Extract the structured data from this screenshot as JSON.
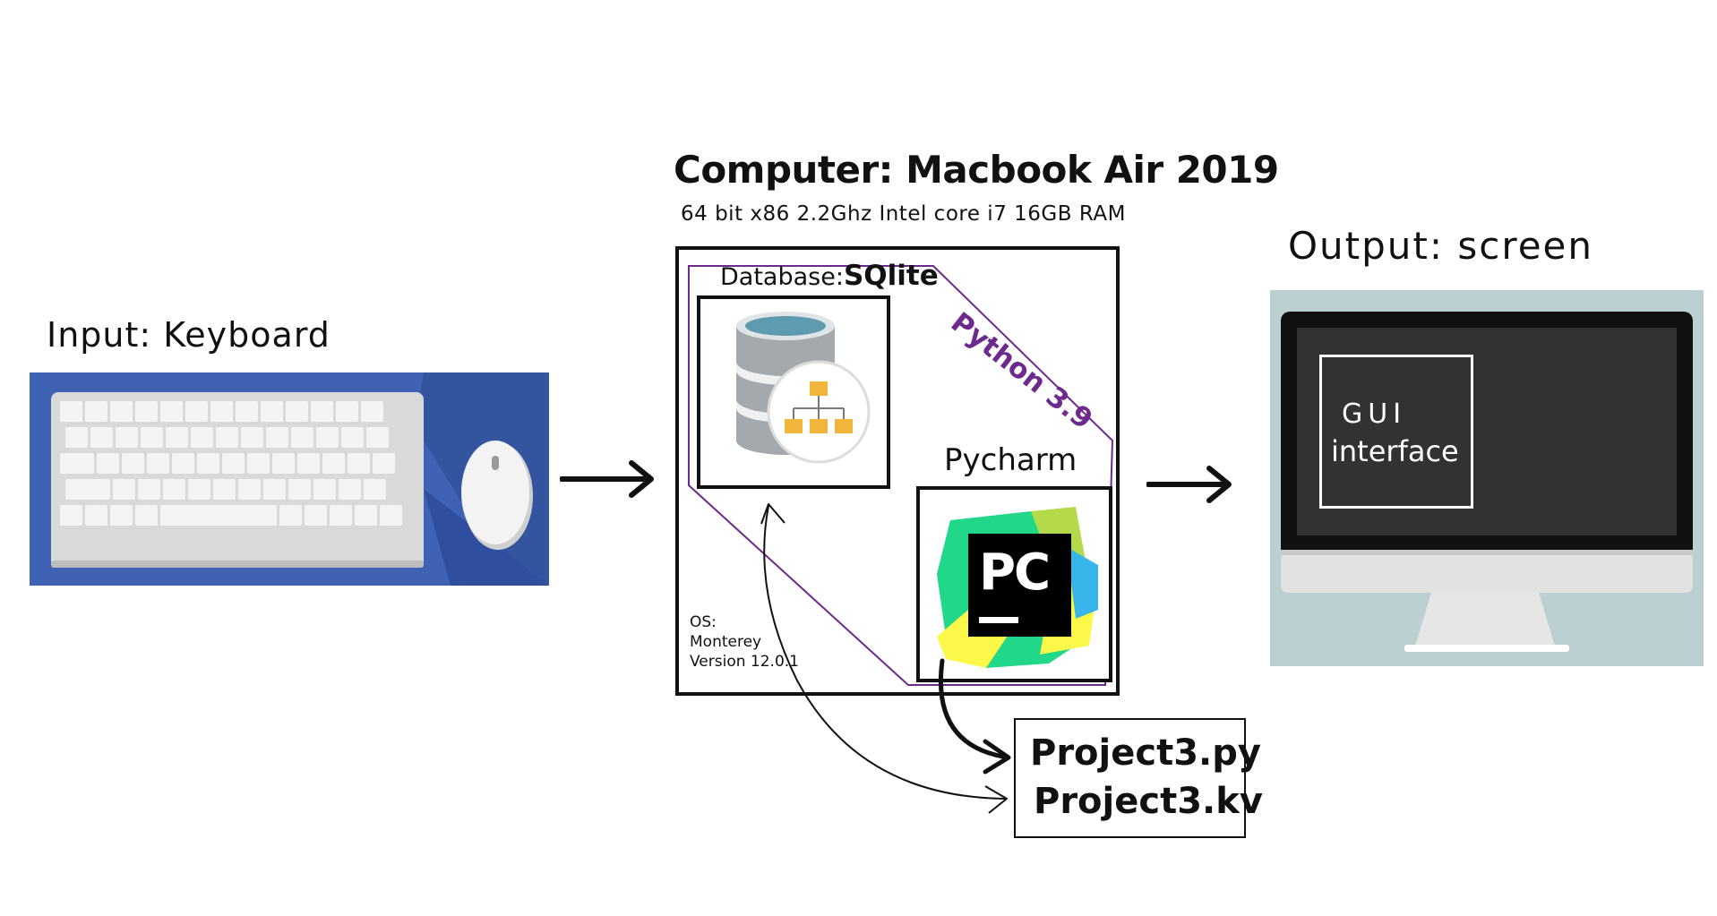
{
  "input": {
    "label": "Input: Keyboard"
  },
  "computer": {
    "title": "Computer: Macbook Air 2019",
    "specs": "64 bit x86 2.2Ghz Intel core i7  16GB RAM",
    "python": "Python 3.9",
    "os": [
      "OS:",
      "Monterey",
      "Version 12.0.1"
    ]
  },
  "database": {
    "label_prefix": "Database:",
    "name": "SQlite"
  },
  "ide": {
    "label": "Pycharm",
    "logo_text": "PC"
  },
  "files": [
    "Project3.py",
    "Project3.kv"
  ],
  "output": {
    "label": "Output: screen"
  },
  "monitor": {
    "gui_line1": "GUI",
    "gui_line2": "interface"
  },
  "colors": {
    "ink": "#111111",
    "python_purple": "#6d2a8c",
    "keyboard_bg": "#3f62b4",
    "keyboard_shadow": "#2f4f9e",
    "monitor_bg": "#bcd0d2",
    "screen": "#323232",
    "db_teal": "#5f9bb0",
    "db_gray": "#9aa0a4",
    "db_orange": "#f2b53c"
  },
  "icons": [
    "keyboard-image",
    "mouse-image",
    "database-icon",
    "pycharm-logo",
    "monitor-image",
    "arrow-icon"
  ]
}
